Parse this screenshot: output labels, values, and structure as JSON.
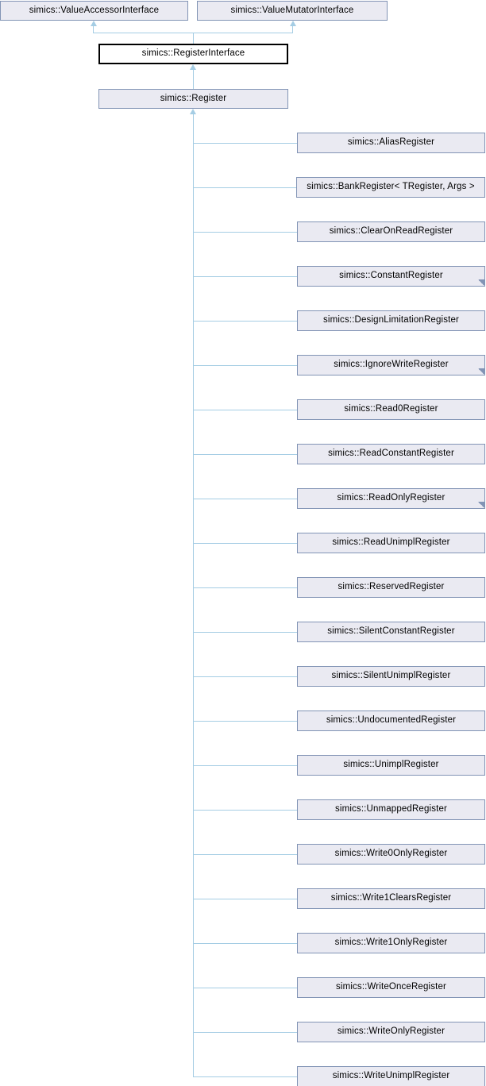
{
  "diagram": {
    "title": "simics::Register inheritance diagram",
    "type": "uml-inheritance",
    "colors": {
      "node_fill": "#eaeaf2",
      "node_border": "#8294b5",
      "current_fill": "#ffffff",
      "current_border": "#000000",
      "edge": "#a5cde4",
      "text": "#000000",
      "background": "#ffffff"
    },
    "base_interfaces": [
      {
        "label": "simics::ValueAccessorInterface",
        "style": "filled"
      },
      {
        "label": "simics::ValueMutatorInterface",
        "style": "filled"
      }
    ],
    "middle": {
      "label": "simics::RegisterInterface",
      "style": "current"
    },
    "root": {
      "label": "simics::Register",
      "style": "filled"
    },
    "derived": [
      {
        "label": "simics::AliasRegister",
        "fold": false
      },
      {
        "label": "simics::BankRegister< TRegister, Args >",
        "fold": false
      },
      {
        "label": "simics::ClearOnReadRegister",
        "fold": false
      },
      {
        "label": "simics::ConstantRegister",
        "fold": true
      },
      {
        "label": "simics::DesignLimitationRegister",
        "fold": false
      },
      {
        "label": "simics::IgnoreWriteRegister",
        "fold": true
      },
      {
        "label": "simics::Read0Register",
        "fold": false
      },
      {
        "label": "simics::ReadConstantRegister",
        "fold": false
      },
      {
        "label": "simics::ReadOnlyRegister",
        "fold": true
      },
      {
        "label": "simics::ReadUnimplRegister",
        "fold": false
      },
      {
        "label": "simics::ReservedRegister",
        "fold": false
      },
      {
        "label": "simics::SilentConstantRegister",
        "fold": false
      },
      {
        "label": "simics::SilentUnimplRegister",
        "fold": false
      },
      {
        "label": "simics::UndocumentedRegister",
        "fold": false
      },
      {
        "label": "simics::UnimplRegister",
        "fold": false
      },
      {
        "label": "simics::UnmappedRegister",
        "fold": false
      },
      {
        "label": "simics::Write0OnlyRegister",
        "fold": false
      },
      {
        "label": "simics::Write1ClearsRegister",
        "fold": false
      },
      {
        "label": "simics::Write1OnlyRegister",
        "fold": false
      },
      {
        "label": "simics::WriteOnceRegister",
        "fold": false
      },
      {
        "label": "simics::WriteOnlyRegister",
        "fold": false
      },
      {
        "label": "simics::WriteUnimplRegister",
        "fold": false
      }
    ]
  }
}
